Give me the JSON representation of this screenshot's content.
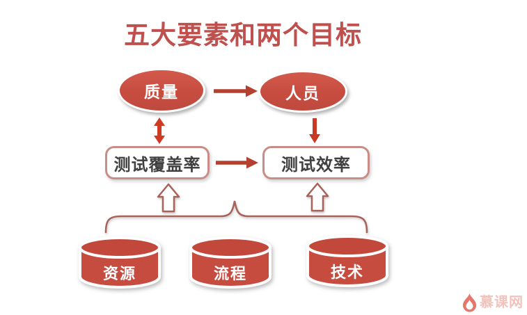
{
  "title": {
    "text": "五大要素和两个目标"
  },
  "nodes": {
    "ellipses": [
      {
        "id": "quality",
        "label": "质量"
      },
      {
        "id": "personnel",
        "label": "人员"
      }
    ],
    "boxes": [
      {
        "id": "coverage",
        "label": "测试覆盖率"
      },
      {
        "id": "efficiency",
        "label": "测试效率"
      }
    ],
    "cylinders": [
      {
        "id": "resources",
        "label": "资源"
      },
      {
        "id": "process",
        "label": "流程"
      },
      {
        "id": "technology",
        "label": "技术"
      }
    ]
  },
  "arrows": [
    {
      "from": "质量",
      "to": "人员",
      "style": "solid-right"
    },
    {
      "from": "质量",
      "to": "测试覆盖率",
      "style": "double-headed-vertical"
    },
    {
      "from": "人员",
      "to": "测试效率",
      "style": "solid-down"
    },
    {
      "from": "测试覆盖率",
      "to": "测试效率",
      "style": "solid-right"
    },
    {
      "from": "资源, 流程, 技术",
      "to": "测试覆盖率, 测试效率",
      "style": "brace-with-hollow-up-arrows"
    }
  ],
  "colors": {
    "title": "#c0504d",
    "shape_fill": "#c74c40",
    "shape_text": "#ffffff",
    "arrow": "#b5402e",
    "arrow_bright": "#cf3a24",
    "box_border": "#c98d87",
    "box_text": "#3f3f3f",
    "brace_outline": "#a8625a",
    "watermark_flame": "#e4766c",
    "watermark_text": "#f0c3bd",
    "background": "#ffffff"
  },
  "watermark": {
    "brand": "慕课网"
  }
}
